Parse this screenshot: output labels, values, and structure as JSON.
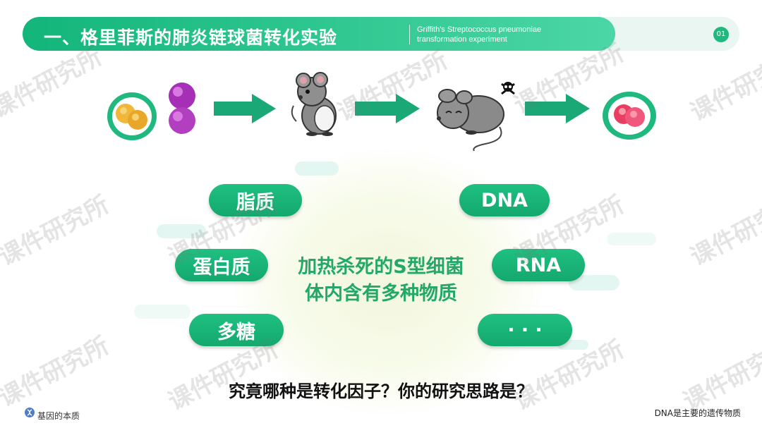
{
  "header": {
    "title": "一、格里菲斯的肺炎链球菌转化实验",
    "subtitle_line1": "Griffith's Streptococcus pneumoniae",
    "subtitle_line2": "transformation experiment",
    "page_number": "01"
  },
  "experiment_icons": [
    "bacteria-yellow-icon",
    "bacteria-purple-icon",
    "arrow-right-icon",
    "mouse-icon",
    "arrow-right-icon",
    "dead-mouse-icon",
    "skull-icon",
    "arrow-right-icon",
    "bacteria-red-icon"
  ],
  "substances": {
    "left": [
      "脂质",
      "蛋白质",
      "多糖"
    ],
    "right": [
      "DNA",
      "RNA",
      "· · ·"
    ]
  },
  "center": {
    "line1": "加热杀死的S型细菌",
    "line2": "体内含有多种物质"
  },
  "question": "究竟哪种是转化因子？你的研究思路是？",
  "footer": {
    "left": "基因的本质",
    "right": "DNA是主要的遗传物质"
  },
  "watermark": "课件研究所",
  "colors": {
    "accent": "#1fb87e",
    "accent_light": "#4cd6a6",
    "center_text": "#23a86a"
  }
}
